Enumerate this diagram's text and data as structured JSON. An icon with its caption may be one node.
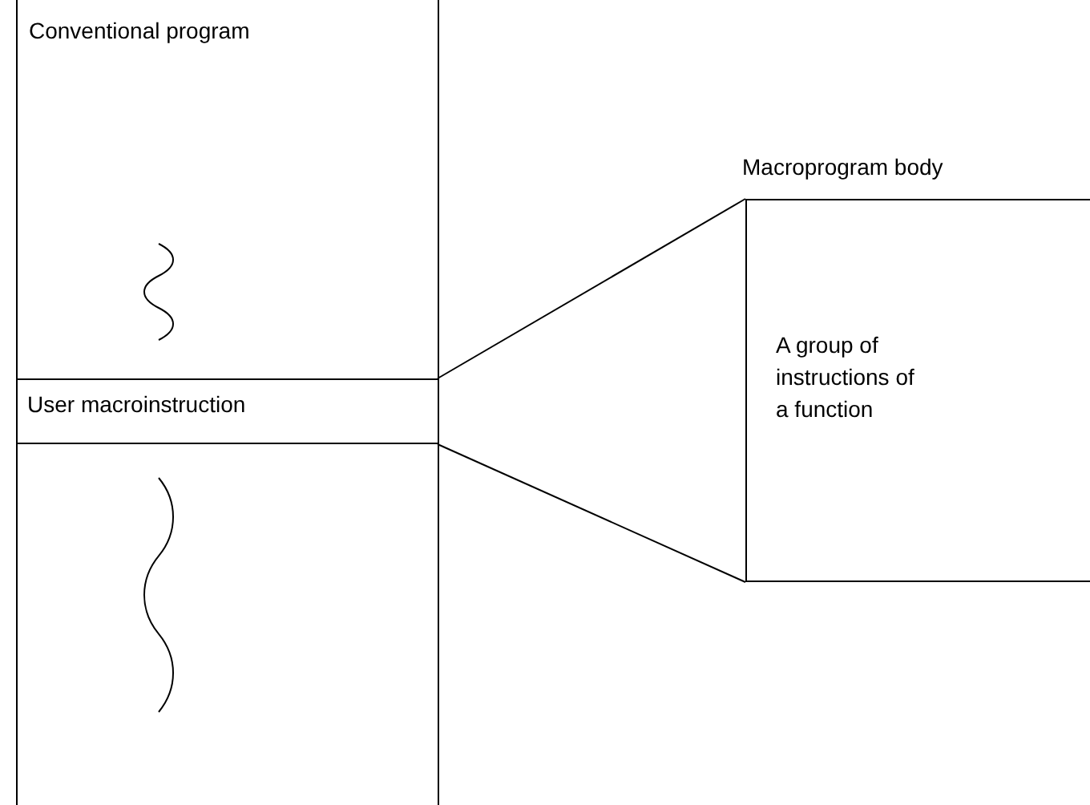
{
  "diagram": {
    "nodes": [
      {
        "text": [
          "Conventional program"
        ]
      },
      {
        "text": [
          "User macroinstruction"
        ],
        "in": 0
      },
      {
        "text": [
          "Macroprogram body",
          "A group of instructions of a function"
        ]
      }
    ],
    "edges": [
      {
        "from": 1,
        "to": 2,
        "arrow": "none"
      },
      {
        "from": 1,
        "to": 2,
        "arrow": "none"
      }
    ]
  }
}
